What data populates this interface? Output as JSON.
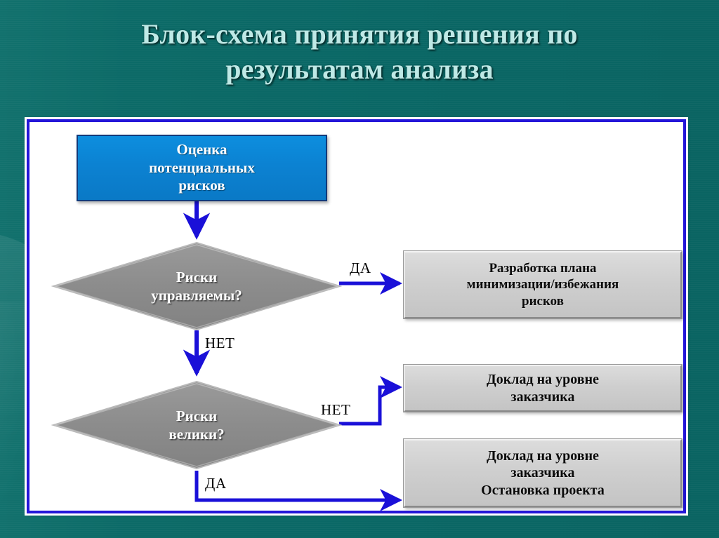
{
  "slide": {
    "title": "Блок-схема принятия решения по результатам анализа",
    "background_color": "#0a6765",
    "title_color": "#bfe9e6",
    "frame_border_color": "#2416d8",
    "frame_fill_color": "#ffffff"
  },
  "flowchart": {
    "connector_color": "#1a10d8",
    "nodes": [
      {
        "id": "start",
        "shape": "rectangle",
        "text": "Оценка\nпотенциальных\nрисков",
        "fill": "#0c82d2",
        "text_color": "#ffffff"
      },
      {
        "id": "decision-manageable",
        "shape": "diamond",
        "text": "Риски\nуправляемы?",
        "fill": "#8c8c8c",
        "text_color": "#ffffff"
      },
      {
        "id": "decision-large",
        "shape": "diamond",
        "text": "Риски\nвелики?",
        "fill": "#8c8c8c",
        "text_color": "#ffffff"
      },
      {
        "id": "plan",
        "shape": "rectangle",
        "text": "Разработка плана\nминимизации/избежания\nрисков",
        "fill": "#cfcfcf",
        "text_color": "#000000"
      },
      {
        "id": "report",
        "shape": "rectangle",
        "text": "Доклад на уровне\nзаказчика",
        "fill": "#cfcfcf",
        "text_color": "#000000"
      },
      {
        "id": "report-stop",
        "shape": "rectangle",
        "text": "Доклад на уровне\nзаказчика\nОстановка проекта",
        "fill": "#cfcfcf",
        "text_color": "#000000"
      }
    ],
    "edges": [
      {
        "id": "start-to-manageable",
        "from": "start",
        "to": "decision-manageable",
        "label": ""
      },
      {
        "id": "manageable-yes",
        "from": "decision-manageable",
        "to": "plan",
        "label": "ДА"
      },
      {
        "id": "manageable-no",
        "from": "decision-manageable",
        "to": "decision-large",
        "label": "НЕТ"
      },
      {
        "id": "large-no",
        "from": "decision-large",
        "to": "report",
        "label": "НЕТ"
      },
      {
        "id": "large-yes",
        "from": "decision-large",
        "to": "report-stop",
        "label": "ДА"
      }
    ]
  }
}
